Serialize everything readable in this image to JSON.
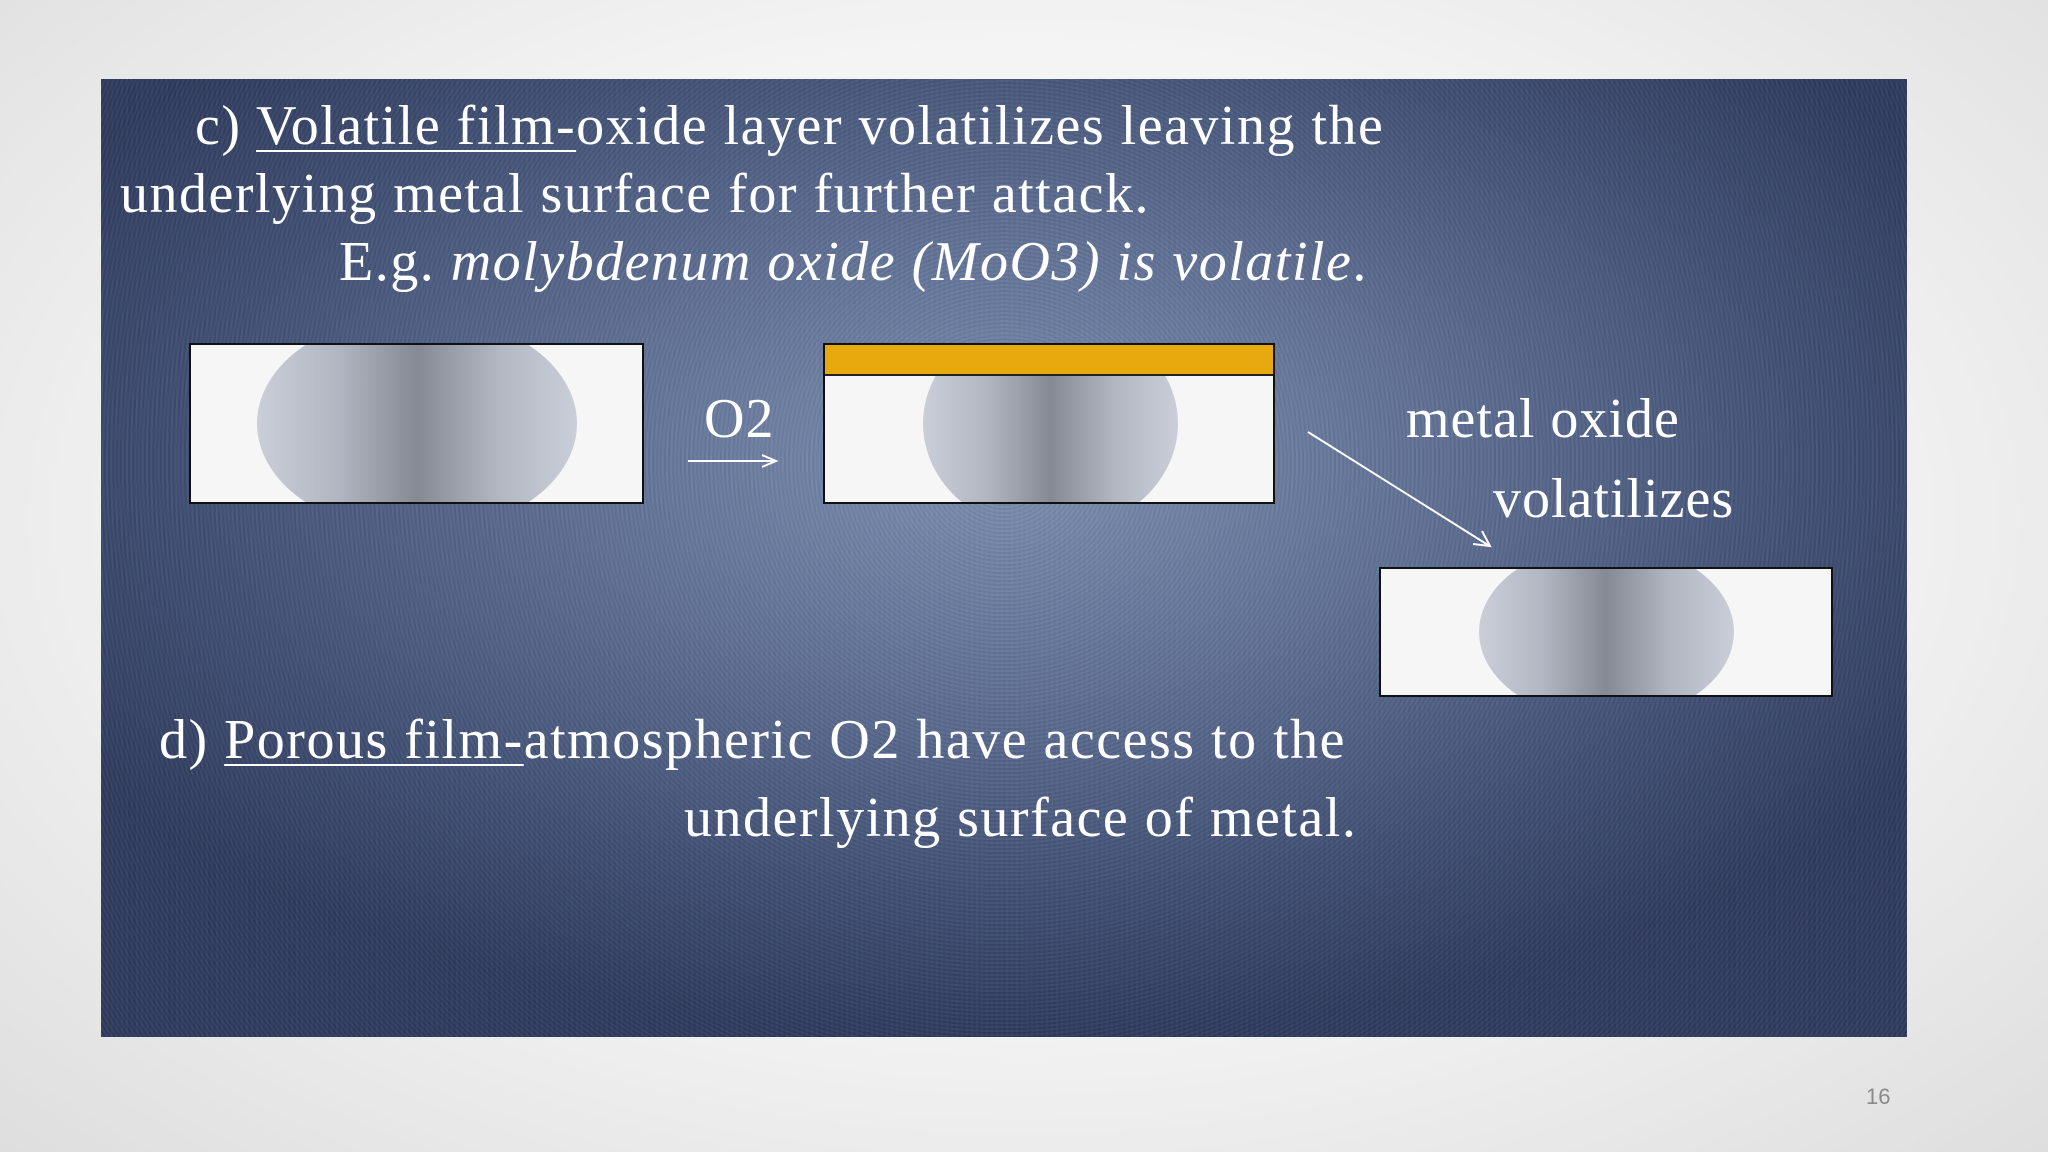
{
  "slide": {
    "c": {
      "marker": "c)",
      "term": "Volatile film-",
      "rest_line1": "oxide layer volatilizes leaving the",
      "line2": "underlying metal surface for further attack.",
      "eg_prefix": "E.g.",
      "eg_text": "molybdenum oxide (MoO3) is volatile",
      "eg_end": "."
    },
    "diagram": {
      "arrow_label": "O2",
      "caption_line1": "metal oxide",
      "caption_line2": "volatilizes",
      "oxide_color": "#e8a90e"
    },
    "d": {
      "marker": "d)",
      "term": "Porous film-",
      "rest_line1": "atmospheric O2 have access to the",
      "line2": "underlying surface of metal."
    }
  },
  "page_number": "16"
}
